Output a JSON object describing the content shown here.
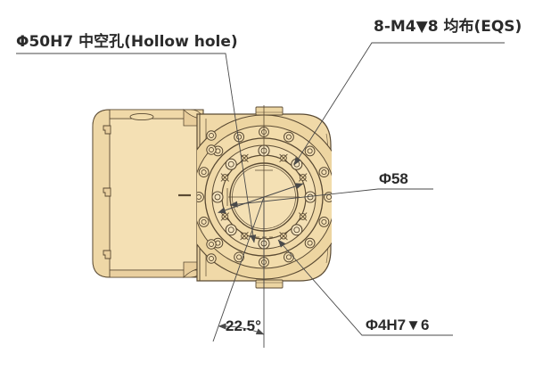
{
  "drawing": {
    "type": "mechanical-engineering-drawing",
    "subject": "Hollow-shaft rotary actuator / gearbox output flange (front elevation)",
    "background_color": "#ffffff",
    "body_fill": "#f2dbaa",
    "body_fill_light": "#f7e7c4",
    "body_fill_shadow": "#e3c893",
    "line_color": "#5a4a33",
    "leader_color": "#4a4a4a",
    "text_color": "#2b2b2b"
  },
  "annotations": {
    "hollow_hole": {
      "id": "hollow-hole-callout",
      "text": "Φ50H7 中空孔(Hollow hole)",
      "diameter_symbol": "Φ",
      "value": "50",
      "tolerance": "H7",
      "note_cn": "中空孔",
      "note_en": "(Hollow hole)",
      "position": "top-left"
    },
    "tapped_holes": {
      "id": "tapped-holes-callout",
      "text": "8-M4▼8 均布(EQS)",
      "quantity": "8",
      "thread": "M4",
      "depth_symbol": "▼",
      "depth": "8",
      "note_cn": "均布",
      "note_en": "(EQS)",
      "position": "top-right"
    },
    "bolt_circle": {
      "id": "bolt-circle-callout",
      "text": "Φ58",
      "diameter_symbol": "Φ",
      "value": "58",
      "position": "middle-right"
    },
    "dowel_hole": {
      "id": "dowel-hole-callout",
      "text": "Φ4H7▼6",
      "diameter_symbol": "Φ",
      "value": "4",
      "tolerance": "H7",
      "depth_symbol": "▼",
      "depth": "6",
      "position": "bottom-right"
    },
    "angle": {
      "id": "angle-dimension",
      "text": "22.5°",
      "value": "22.5",
      "unit": "°",
      "position": "bottom-center"
    }
  },
  "features": {
    "outer_bolt_holes": 16,
    "tapped_holes": 8,
    "inner_markers": 8,
    "top_lug": "mounting-lug",
    "bottom_lug": "mounting-lug",
    "left_body": "motor-housing",
    "notches": 3
  }
}
